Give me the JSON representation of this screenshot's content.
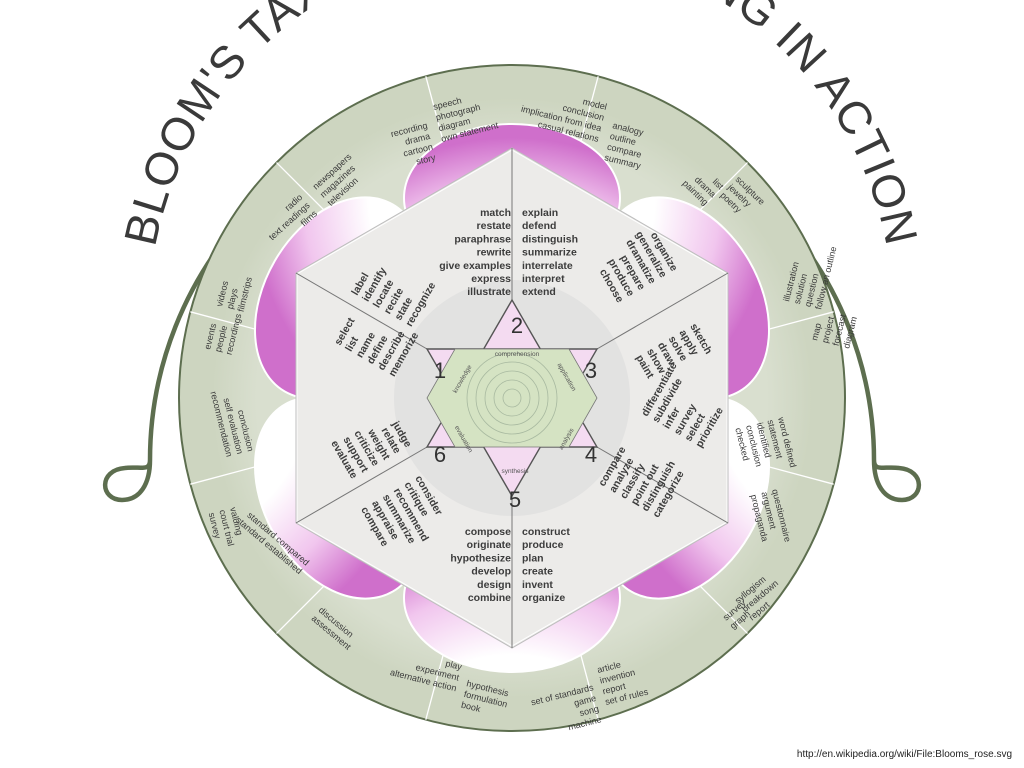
{
  "title": "BLOOM'S TAXONOMY - LEARNING IN ACTION",
  "source_url": "http://en.wikipedia.org/wiki/File:Blooms_rose.svg",
  "colors": {
    "disc": "#d6dccb",
    "border": "#5d6e4f",
    "petal": "#d77ed2",
    "hex": "#ecebe9",
    "star": "#f5dff3",
    "center": "#d4e2c2"
  },
  "levels": [
    {
      "number": "1",
      "name": "knowledge"
    },
    {
      "number": "2",
      "name": "comprehension"
    },
    {
      "number": "3",
      "name": "application"
    },
    {
      "number": "4",
      "name": "analysis"
    },
    {
      "number": "5",
      "name": "synthesis"
    },
    {
      "number": "6",
      "name": "evaluation"
    }
  ],
  "inner_verbs": {
    "comprehension_left": [
      "match",
      "restate",
      "paraphrase",
      "rewrite",
      "give examples",
      "express",
      "illustrate"
    ],
    "comprehension_right": [
      "explain",
      "defend",
      "distinguish",
      "summarize",
      "interrelate",
      "interpret",
      "extend"
    ],
    "application_a": [
      "organize",
      "generalize",
      "dramatize",
      "prepare",
      "produce",
      "choose"
    ],
    "application_b": [
      "sketch",
      "apply",
      "solve",
      "draw",
      "show",
      "paint"
    ],
    "analysis_a": [
      "differentiate",
      "subdivide",
      "infer",
      "survey",
      "select",
      "prioritize"
    ],
    "analysis_b": [
      "compare",
      "analyze",
      "classify",
      "point out",
      "distinguish",
      "categorize"
    ],
    "synthesis_left": [
      "compose",
      "originate",
      "hypothesize",
      "develop",
      "design",
      "combine"
    ],
    "synthesis_right": [
      "construct",
      "produce",
      "plan",
      "create",
      "invent",
      "organize"
    ],
    "evaluation_a": [
      "judge",
      "relate",
      "weight",
      "criticize",
      "support",
      "evaluate"
    ],
    "evaluation_b": [
      "consider",
      "critique",
      "recommend",
      "summarize",
      "appraise",
      "compare"
    ],
    "knowledge_a": [
      "label",
      "identify",
      "locate",
      "recite",
      "state",
      "recognize"
    ],
    "knowledge_b": [
      "select",
      "list",
      "name",
      "define",
      "describe",
      "memorize"
    ]
  },
  "outer_words": {
    "comp_1": [
      "recording",
      "drama",
      "cartoon",
      "story"
    ],
    "comp_2": [
      "speech",
      "photograph",
      "diagram",
      "own statement"
    ],
    "comp_3": [
      "model",
      "conclusion",
      "implication from idea",
      "casual relations"
    ],
    "comp_4": [
      "analogy",
      "outline",
      "compare",
      "summary"
    ],
    "app_1": [
      "list",
      "drama",
      "painting"
    ],
    "app_2": [
      "sculpture",
      "jewelry",
      "poetry"
    ],
    "app_3": [
      "illustration",
      "solution",
      "question",
      "follow an outline"
    ],
    "app_4": [
      "map",
      "project",
      "forecast",
      "diagram"
    ],
    "ana_1": [
      "word defined",
      "statement",
      "identified",
      "conclusion",
      "checked"
    ],
    "ana_2": [
      "questionnaire",
      "argument",
      "propaganda"
    ],
    "ana_3": [
      "syllogism",
      "breakdown",
      "report"
    ],
    "ana_4": [
      "survey",
      "graph"
    ],
    "syn_1": [
      "article",
      "invention",
      "report",
      "set of rules"
    ],
    "syn_2": [
      "set of standards",
      "game",
      "song",
      "machine"
    ],
    "syn_3": [
      "hypothesis",
      "formulation",
      "book"
    ],
    "syn_4": [
      "play",
      "experiment",
      "alternative action"
    ],
    "eva_1": [
      "discussion",
      "assessment"
    ],
    "eva_2": [
      "standard compared",
      "standard established"
    ],
    "eva_3": [
      "valuing",
      "court trial",
      "survey"
    ],
    "eva_4": [
      "conclusion",
      "self evaluation",
      "recommendation"
    ],
    "kno_1": [
      "events",
      "people",
      "recordings"
    ],
    "kno_2": [
      "videos",
      "plays",
      "filmstrips"
    ],
    "kno_3": [
      "radio",
      "text readings",
      "films"
    ],
    "kno_4": [
      "newspapers",
      "magazines",
      "television"
    ]
  }
}
